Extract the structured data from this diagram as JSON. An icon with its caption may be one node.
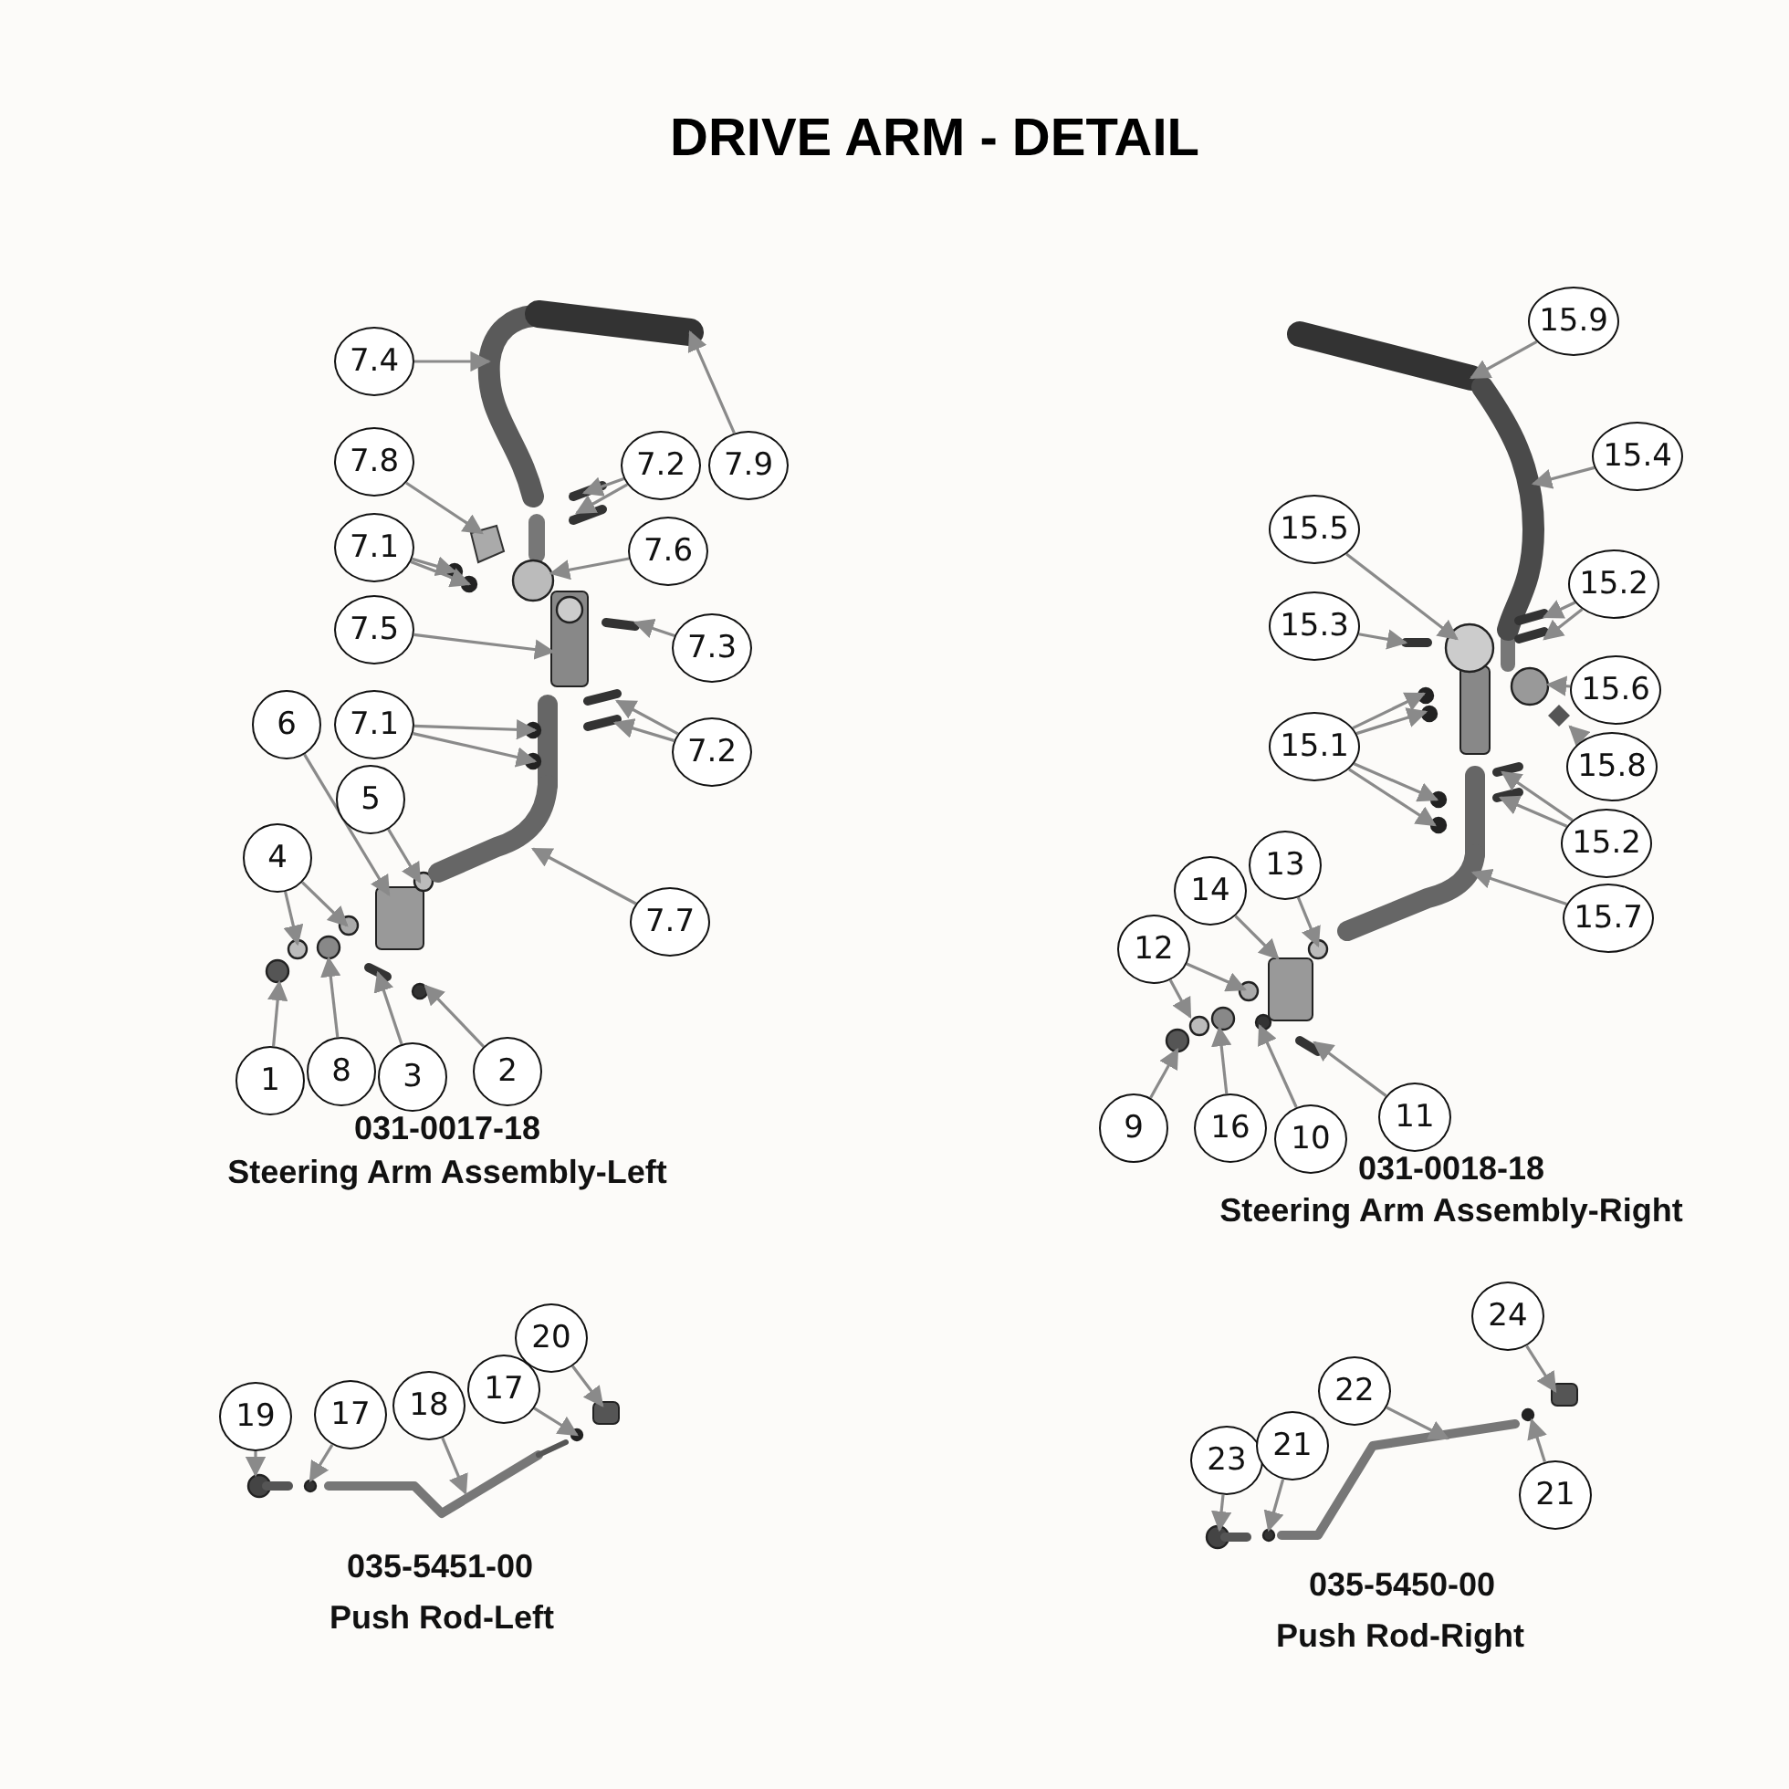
{
  "diagram": {
    "title": "DRIVE ARM - DETAIL",
    "nodes": [
      {
        "text": [
          "7.4"
        ]
      },
      {
        "text": [
          "7.9"
        ]
      },
      {
        "text": [
          "7.8"
        ]
      },
      {
        "text": [
          "7.2"
        ]
      },
      {
        "text": [
          "7.1"
        ]
      },
      {
        "text": [
          "7.6"
        ]
      },
      {
        "text": [
          "7.5"
        ]
      },
      {
        "text": [
          "7.3"
        ]
      },
      {
        "text": [
          "7.1"
        ]
      },
      {
        "text": [
          "7.2"
        ]
      },
      {
        "text": [
          "6"
        ]
      },
      {
        "text": [
          "5"
        ]
      },
      {
        "text": [
          "4"
        ]
      },
      {
        "text": [
          "7.7"
        ]
      },
      {
        "text": [
          "1"
        ]
      },
      {
        "text": [
          "8"
        ]
      },
      {
        "text": [
          "3"
        ]
      },
      {
        "text": [
          "2"
        ]
      },
      {
        "text": [
          "15.9"
        ]
      },
      {
        "text": [
          "15.4"
        ]
      },
      {
        "text": [
          "15.5"
        ]
      },
      {
        "text": [
          "15.3"
        ]
      },
      {
        "text": [
          "15.2"
        ]
      },
      {
        "text": [
          "15.6"
        ]
      },
      {
        "text": [
          "15.8"
        ]
      },
      {
        "text": [
          "15.1"
        ]
      },
      {
        "text": [
          "15.2"
        ]
      },
      {
        "text": [
          "15.7"
        ]
      },
      {
        "text": [
          "13"
        ]
      },
      {
        "text": [
          "14"
        ]
      },
      {
        "text": [
          "12"
        ]
      },
      {
        "text": [
          "9"
        ]
      },
      {
        "text": [
          "16"
        ]
      },
      {
        "text": [
          "10"
        ]
      },
      {
        "text": [
          "11"
        ]
      },
      {
        "text": [
          "19"
        ]
      },
      {
        "text": [
          "17"
        ]
      },
      {
        "text": [
          "18"
        ]
      },
      {
        "text": [
          "17"
        ]
      },
      {
        "text": [
          "20"
        ]
      },
      {
        "text": [
          "22"
        ]
      },
      {
        "text": [
          "24"
        ]
      },
      {
        "text": [
          "23"
        ]
      },
      {
        "text": [
          "21"
        ]
      },
      {
        "text": [
          "21"
        ]
      },
      {
        "text": [],
        "shape": "picture"
      },
      {
        "text": [],
        "shape": "picture"
      },
      {
        "text": [],
        "shape": "picture"
      },
      {
        "text": [],
        "shape": "picture"
      },
      {
        "text": [],
        "shape": "picture"
      },
      {
        "text": [],
        "shape": "circle"
      },
      {
        "text": [],
        "shape": "circle"
      },
      {
        "text": [],
        "shape": "circle"
      },
      {
        "text": [],
        "shape": "picture"
      },
      {
        "text": [],
        "shape": "picture"
      },
      {
        "text": [],
        "shape": "circle"
      },
      {
        "text": [],
        "shape": "circle"
      },
      {
        "text": [],
        "shape": "picture"
      },
      {
        "text": [],
        "shape": "picture"
      },
      {
        "text": [],
        "shape": "box"
      },
      {
        "text": [],
        "shape": "circle"
      },
      {
        "text": [],
        "shape": "circle"
      },
      {
        "text": [],
        "shape": "circle"
      },
      {
        "text": [],
        "shape": "picture"
      },
      {
        "text": [],
        "shape": "circle"
      },
      {
        "text": [],
        "shape": "circle"
      },
      {
        "text": [],
        "shape": "picture"
      },
      {
        "text": [],
        "shape": "circle"
      },
      {
        "text": [],
        "shape": "picture"
      },
      {
        "text": [],
        "shape": "picture"
      },
      {
        "text": [],
        "shape": "picture"
      },
      {
        "text": [],
        "shape": "picture"
      },
      {
        "text": [],
        "shape": "picture"
      },
      {
        "text": [],
        "shape": "picture"
      },
      {
        "text": [],
        "shape": "circle"
      },
      {
        "text": [],
        "shape": "diamond"
      },
      {
        "text": [],
        "shape": "circle"
      },
      {
        "text": [],
        "shape": "circle"
      },
      {
        "text": [],
        "shape": "circle"
      },
      {
        "text": [],
        "shape": "circle"
      },
      {
        "text": [],
        "shape": "picture"
      },
      {
        "text": [],
        "shape": "picture"
      },
      {
        "text": [],
        "shape": "picture"
      },
      {
        "text": [],
        "shape": "circle"
      },
      {
        "text": [],
        "shape": "box"
      },
      {
        "text": [],
        "shape": "circle"
      },
      {
        "text": [],
        "shape": "circle"
      },
      {
        "text": [],
        "shape": "circle"
      },
      {
        "text": [],
        "shape": "circle"
      },
      {
        "text": [],
        "shape": "circle"
      },
      {
        "text": [],
        "shape": "picture"
      },
      {
        "text": [],
        "shape": "picture"
      },
      {
        "text": [],
        "shape": "circle"
      },
      {
        "text": [],
        "shape": "picture"
      },
      {
        "text": [],
        "shape": "circle"
      },
      {
        "text": [],
        "shape": "box"
      },
      {
        "text": [],
        "shape": "picture"
      },
      {
        "text": [],
        "shape": "box"
      },
      {
        "text": [],
        "shape": "picture"
      },
      {
        "text": [],
        "shape": "circle"
      },
      {
        "text": [],
        "shape": "circle"
      }
    ],
    "edges": [
      {
        "from": 0,
        "to": 45,
        "arrow": "to"
      },
      {
        "from": 1,
        "to": 46,
        "arrow": "to"
      },
      {
        "from": 2,
        "to": 47,
        "arrow": "to"
      },
      {
        "from": 3,
        "to": 48,
        "arrow": "to"
      },
      {
        "from": 3,
        "to": 49,
        "arrow": "to"
      },
      {
        "from": 4,
        "to": 50,
        "arrow": "to"
      },
      {
        "from": 4,
        "to": 51,
        "arrow": "to"
      },
      {
        "from": 5,
        "to": 52,
        "arrow": "to"
      },
      {
        "from": 6,
        "to": 53,
        "arrow": "to"
      },
      {
        "from": 7,
        "to": 54,
        "arrow": "to"
      },
      {
        "from": 8,
        "to": 55,
        "arrow": "to"
      },
      {
        "from": 8,
        "to": 56,
        "arrow": "to"
      },
      {
        "from": 9,
        "to": 57,
        "arrow": "to"
      },
      {
        "from": 9,
        "to": 58,
        "arrow": "to"
      },
      {
        "from": 10,
        "to": 59,
        "arrow": "to"
      },
      {
        "from": 11,
        "to": 60,
        "arrow": "to"
      },
      {
        "from": 12,
        "to": 61,
        "arrow": "to"
      },
      {
        "from": 12,
        "to": 62,
        "arrow": "to"
      },
      {
        "from": 13,
        "to": 63,
        "arrow": "to"
      },
      {
        "from": 14,
        "to": 64,
        "arrow": "to"
      },
      {
        "from": 15,
        "to": 65,
        "arrow": "to"
      },
      {
        "from": 16,
        "to": 66,
        "arrow": "to"
      },
      {
        "from": 17,
        "to": 67,
        "arrow": "to"
      },
      {
        "from": 18,
        "to": 68,
        "arrow": "to"
      },
      {
        "from": 19,
        "to": 69,
        "arrow": "to"
      },
      {
        "from": 20,
        "to": 70,
        "arrow": "to"
      },
      {
        "from": 21,
        "to": 71,
        "arrow": "to"
      },
      {
        "from": 22,
        "to": 72,
        "arrow": "to"
      },
      {
        "from": 22,
        "to": 73,
        "arrow": "to"
      },
      {
        "from": 23,
        "to": 74,
        "arrow": "to"
      },
      {
        "from": 24,
        "to": 75,
        "arrow": "to"
      },
      {
        "from": 25,
        "to": 76,
        "arrow": "to"
      },
      {
        "from": 25,
        "to": 77,
        "arrow": "to"
      },
      {
        "from": 25,
        "to": 78,
        "arrow": "to"
      },
      {
        "from": 25,
        "to": 79,
        "arrow": "to"
      },
      {
        "from": 26,
        "to": 80,
        "arrow": "to"
      },
      {
        "from": 26,
        "to": 81,
        "arrow": "to"
      },
      {
        "from": 27,
        "to": 82,
        "arrow": "to"
      },
      {
        "from": 28,
        "to": 83,
        "arrow": "to"
      },
      {
        "from": 29,
        "to": 84,
        "arrow": "to"
      },
      {
        "from": 30,
        "to": 85,
        "arrow": "to"
      },
      {
        "from": 30,
        "to": 86,
        "arrow": "to"
      },
      {
        "from": 31,
        "to": 87,
        "arrow": "to"
      },
      {
        "from": 32,
        "to": 88,
        "arrow": "to"
      },
      {
        "from": 33,
        "to": 89,
        "arrow": "to"
      },
      {
        "from": 34,
        "to": 90,
        "arrow": "to"
      },
      {
        "from": 35,
        "to": 91,
        "arrow": "to"
      },
      {
        "from": 36,
        "to": 92,
        "arrow": "to"
      },
      {
        "from": 37,
        "to": 93,
        "arrow": "to"
      },
      {
        "from": 38,
        "to": 94,
        "arrow": "to"
      },
      {
        "from": 39,
        "to": 95,
        "arrow": "to"
      },
      {
        "from": 40,
        "to": 96,
        "arrow": "to"
      },
      {
        "from": 41,
        "to": 97,
        "arrow": "to"
      },
      {
        "from": 42,
        "to": 98,
        "arrow": "to"
      },
      {
        "from": 43,
        "to": 99,
        "arrow": "to"
      },
      {
        "from": 44,
        "to": 100,
        "arrow": "to"
      }
    ],
    "labels": [
      "031-0017-18",
      "Steering Arm Assembly-Left",
      "031-0018-18",
      "Steering Arm Assembly-Right",
      "035-5451-00",
      "Push Rod-Left",
      "035-5450-00",
      "Push Rod-Right"
    ]
  }
}
